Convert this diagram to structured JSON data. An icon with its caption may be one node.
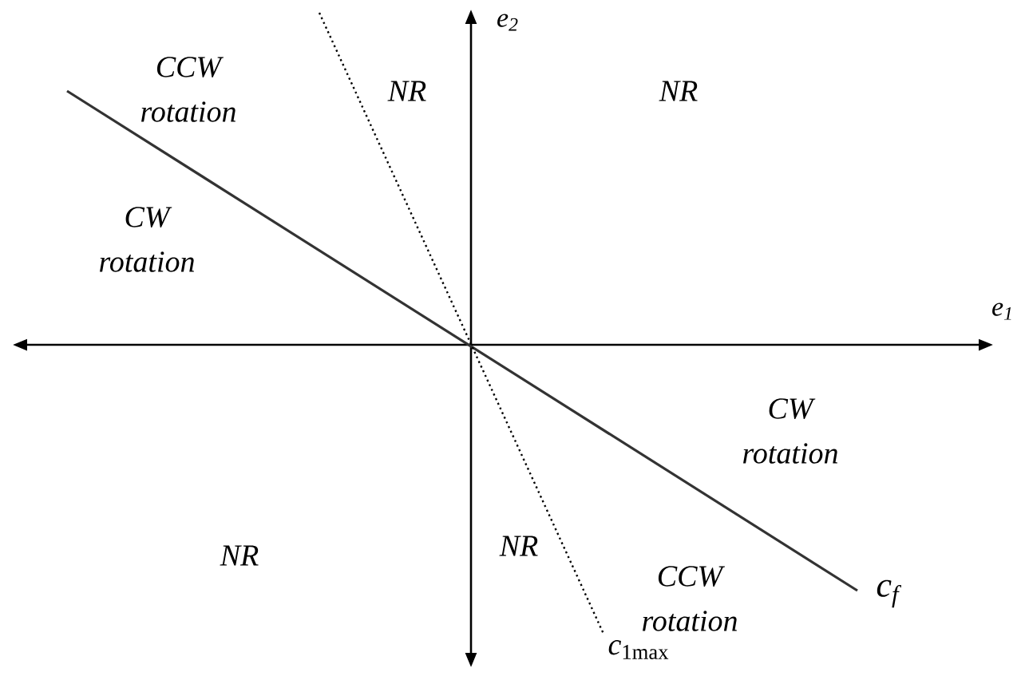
{
  "diagram": {
    "labels": [
      "CCW rotation",
      "NR",
      "NR",
      "e$_{2}$",
      "CW rotation",
      "e$_{1}$",
      "CW rotation",
      "NR",
      "NR",
      "CCW rotation",
      "c$_{f}$",
      "*c*$_{1max}$"
    ]
  }
}
